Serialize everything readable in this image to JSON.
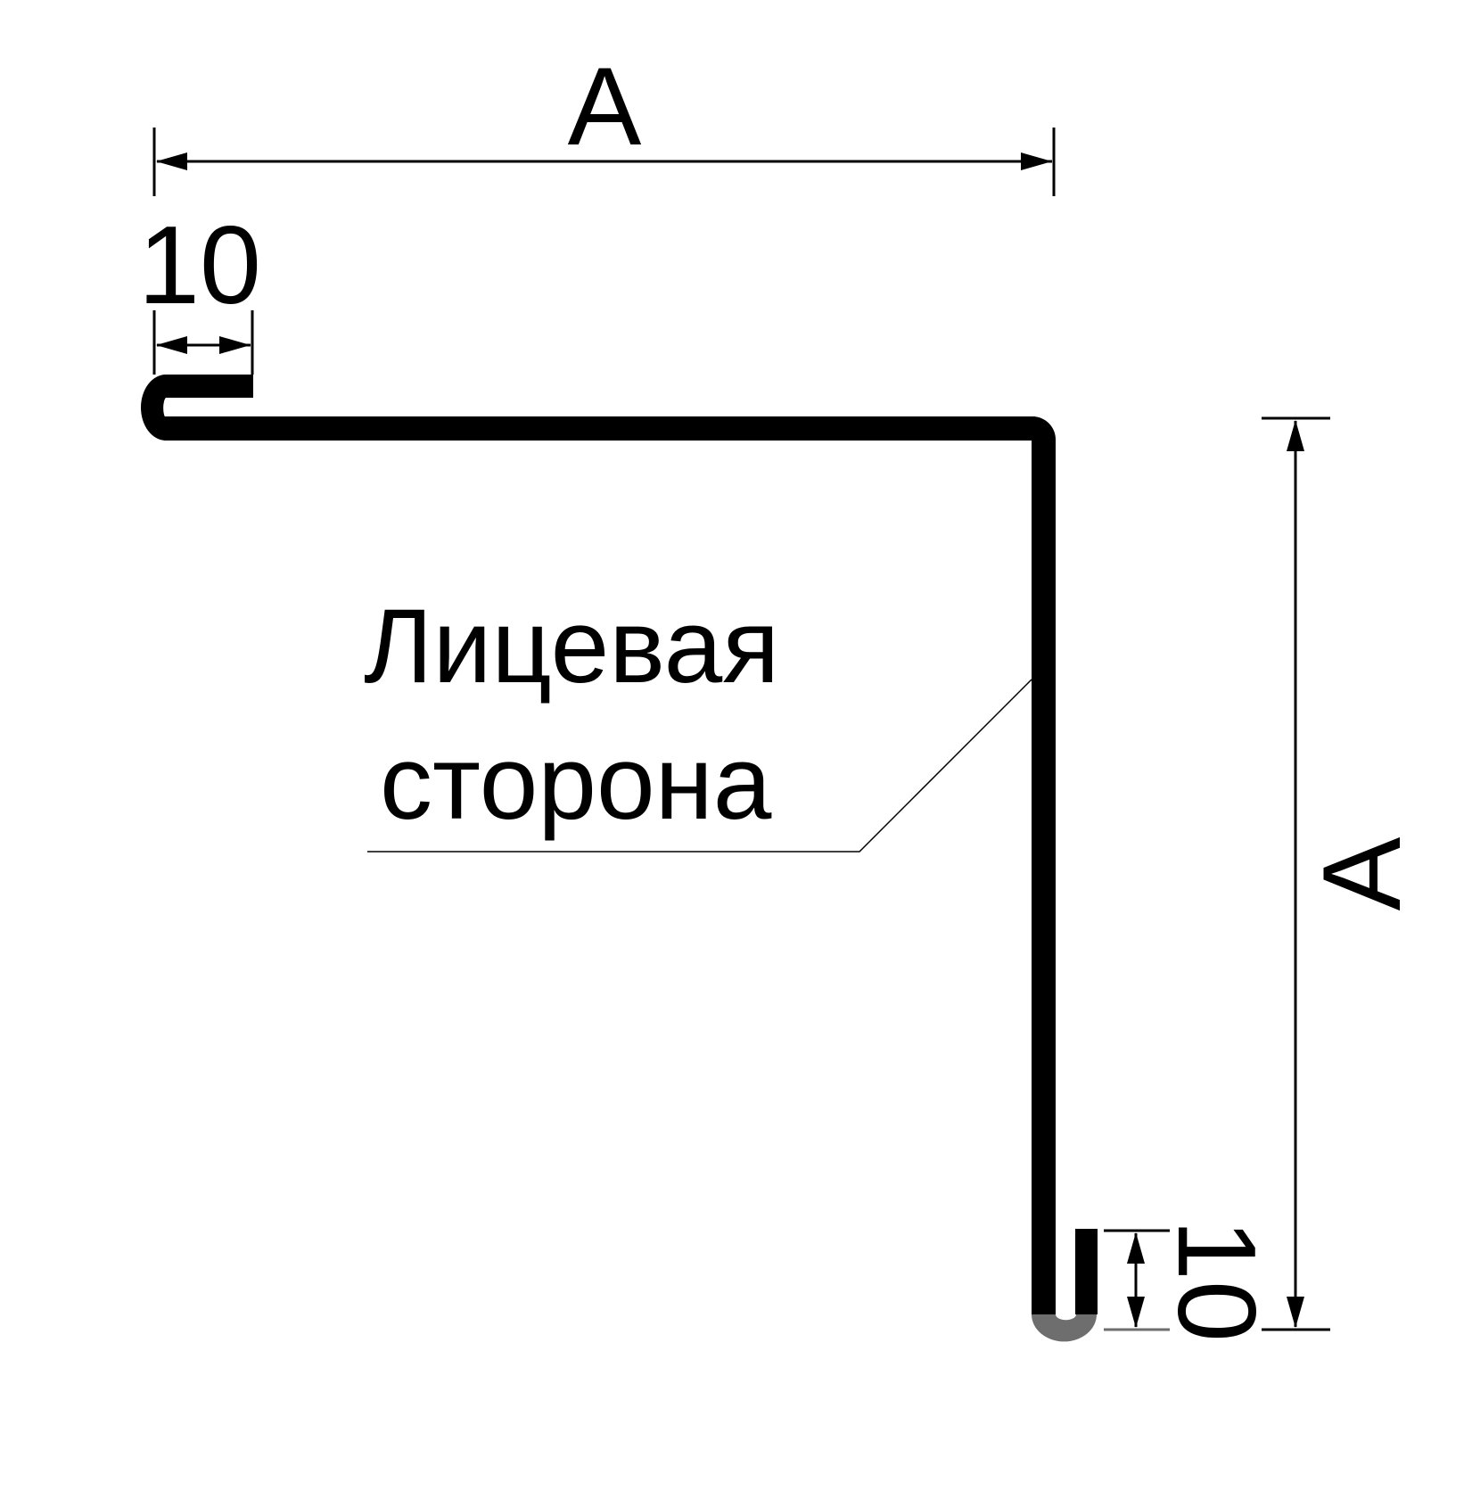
{
  "dimensions": {
    "top_length": "A",
    "top_flange": "10",
    "right_length": "A",
    "right_flange": "10"
  },
  "caption": {
    "line1": "Лицевая",
    "line2": "сторона"
  },
  "colors": {
    "profile": "#000000",
    "background": "#ffffff",
    "faded": "#6e6e6e"
  }
}
